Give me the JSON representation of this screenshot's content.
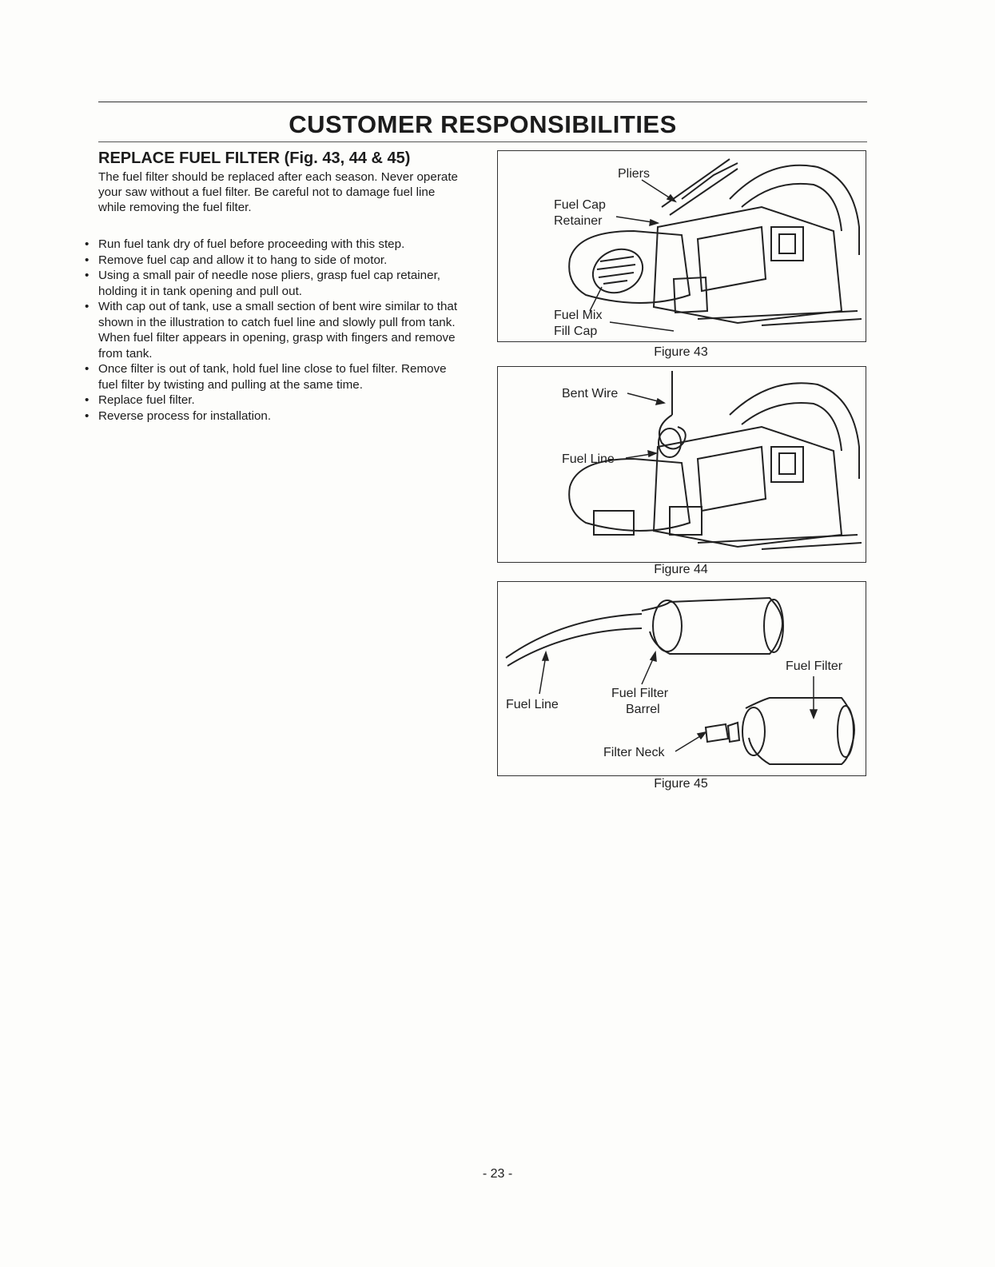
{
  "page": {
    "title": "CUSTOMER RESPONSIBILITIES",
    "page_number": "- 23 -"
  },
  "section": {
    "heading": "REPLACE FUEL FILTER (Fig. 43, 44 & 45)",
    "intro": "The fuel filter should be replaced after each season. Never operate your saw without a fuel filter. Be careful not to damage fuel line while removing the fuel filter.",
    "steps": [
      "Run fuel tank dry of fuel before proceeding with this step.",
      "Remove fuel cap and allow it to hang to side of motor.",
      "Using a small pair of needle nose pliers, grasp fuel cap retainer, holding it in tank opening and pull out.",
      "With cap out of tank, use a small section of bent wire similar to that shown in the illustration to catch fuel line and slowly pull from tank. When fuel filter appears in opening, grasp with fingers and remove from tank.",
      "Once filter is out of tank, hold fuel line close to fuel filter. Remove fuel filter by twisting and pulling at the same time.",
      "Replace fuel filter.",
      "Reverse process for installation."
    ],
    "bullet": "•"
  },
  "figures": {
    "fig43": {
      "caption": "Figure 43",
      "labels": {
        "pliers": "Pliers",
        "fuel_cap": "Fuel Cap",
        "retainer": "Retainer",
        "fuel_mix": "Fuel Mix",
        "fill_cap": "Fill Cap"
      }
    },
    "fig44": {
      "caption": "Figure 44",
      "labels": {
        "bent_wire": "Bent Wire",
        "fuel_line": "Fuel Line"
      }
    },
    "fig45": {
      "caption": "Figure 45",
      "labels": {
        "fuel_filter": "Fuel Filter",
        "fuel_line": "Fuel Line",
        "fuel_filter_barrel_1": "Fuel Filter",
        "fuel_filter_barrel_2": "Barrel",
        "filter_neck": "Filter Neck"
      }
    }
  }
}
